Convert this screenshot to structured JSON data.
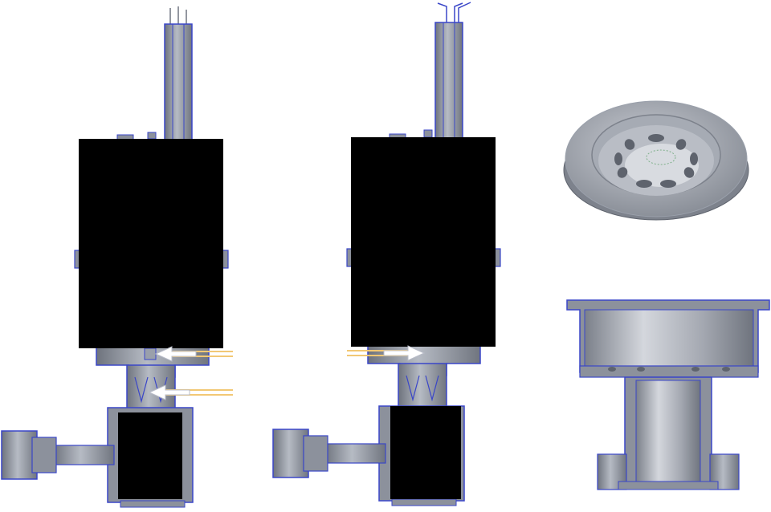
{
  "figure": {
    "background": "#ffffff",
    "colors": {
      "metal": "#8c919c",
      "metal_light": "#b6bbc4",
      "metal_dark": "#5e636d",
      "edge": "#3a46c8",
      "redaction": "#000000",
      "arrow_fill": "#ffffff",
      "arrow_stroke": "#b8bcc8",
      "flow_line": "#f2c875",
      "wire": "#6f7480"
    },
    "panels": [
      {
        "id": "section-left",
        "flow_direction": "inward"
      },
      {
        "id": "section-middle",
        "flow_direction": "outward"
      },
      {
        "id": "disc-top-view"
      },
      {
        "id": "cup-section"
      }
    ]
  }
}
